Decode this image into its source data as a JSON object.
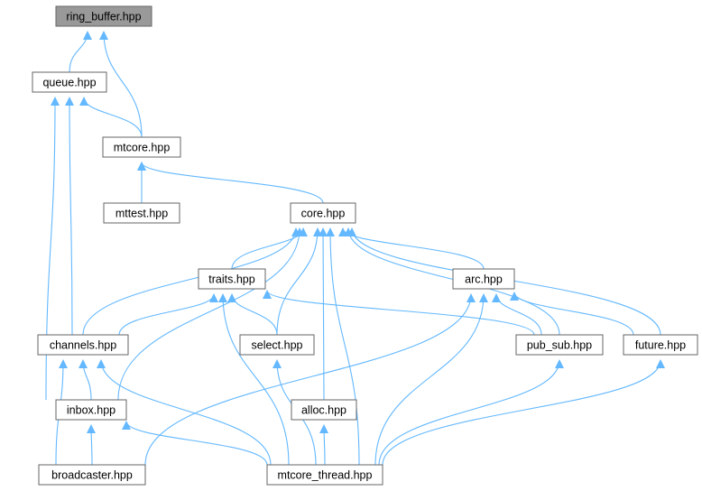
{
  "colors": {
    "edge": "#63b8ff",
    "node_border": "#666666",
    "node_fill": "#ffffff",
    "root_fill": "#999999"
  },
  "nodes": [
    {
      "id": "ring_buffer",
      "label": "ring_buffer.hpp",
      "root": true
    },
    {
      "id": "queue",
      "label": "queue.hpp"
    },
    {
      "id": "mtcore",
      "label": "mtcore.hpp"
    },
    {
      "id": "mttest",
      "label": "mttest.hpp"
    },
    {
      "id": "core",
      "label": "core.hpp"
    },
    {
      "id": "traits",
      "label": "traits.hpp"
    },
    {
      "id": "arc",
      "label": "arc.hpp"
    },
    {
      "id": "channels",
      "label": "channels.hpp"
    },
    {
      "id": "select",
      "label": "select.hpp"
    },
    {
      "id": "pub_sub",
      "label": "pub_sub.hpp"
    },
    {
      "id": "future",
      "label": "future.hpp"
    },
    {
      "id": "inbox",
      "label": "inbox.hpp"
    },
    {
      "id": "alloc",
      "label": "alloc.hpp"
    },
    {
      "id": "broadcaster",
      "label": "broadcaster.hpp"
    },
    {
      "id": "mtcore_thread",
      "label": "mtcore_thread.hpp"
    }
  ],
  "edges": [
    {
      "from": "queue",
      "to": "ring_buffer"
    },
    {
      "from": "mtcore",
      "to": "ring_buffer"
    },
    {
      "from": "mtcore",
      "to": "queue"
    },
    {
      "from": "channels",
      "to": "queue"
    },
    {
      "from": "inbox",
      "to": "queue"
    },
    {
      "from": "mttest",
      "to": "mtcore"
    },
    {
      "from": "core",
      "to": "mtcore"
    },
    {
      "from": "traits",
      "to": "core"
    },
    {
      "from": "channels",
      "to": "core"
    },
    {
      "from": "inbox",
      "to": "core"
    },
    {
      "from": "select",
      "to": "core"
    },
    {
      "from": "alloc",
      "to": "core"
    },
    {
      "from": "mtcore_thread",
      "to": "core"
    },
    {
      "from": "arc",
      "to": "core"
    },
    {
      "from": "pub_sub",
      "to": "core"
    },
    {
      "from": "future",
      "to": "core"
    },
    {
      "from": "channels",
      "to": "traits"
    },
    {
      "from": "select",
      "to": "traits"
    },
    {
      "from": "mtcore_thread",
      "to": "traits"
    },
    {
      "from": "pub_sub",
      "to": "traits"
    },
    {
      "from": "pub_sub",
      "to": "arc"
    },
    {
      "from": "future",
      "to": "arc"
    },
    {
      "from": "mtcore_thread",
      "to": "arc"
    },
    {
      "from": "broadcaster",
      "to": "arc"
    },
    {
      "from": "inbox",
      "to": "channels"
    },
    {
      "from": "broadcaster",
      "to": "channels"
    },
    {
      "from": "mtcore_thread",
      "to": "channels"
    },
    {
      "from": "mtcore_thread",
      "to": "select"
    },
    {
      "from": "mtcore_thread",
      "to": "pub_sub"
    },
    {
      "from": "mtcore_thread",
      "to": "future"
    },
    {
      "from": "mtcore_thread",
      "to": "alloc"
    },
    {
      "from": "broadcaster",
      "to": "inbox"
    },
    {
      "from": "mtcore_thread",
      "to": "inbox"
    }
  ]
}
